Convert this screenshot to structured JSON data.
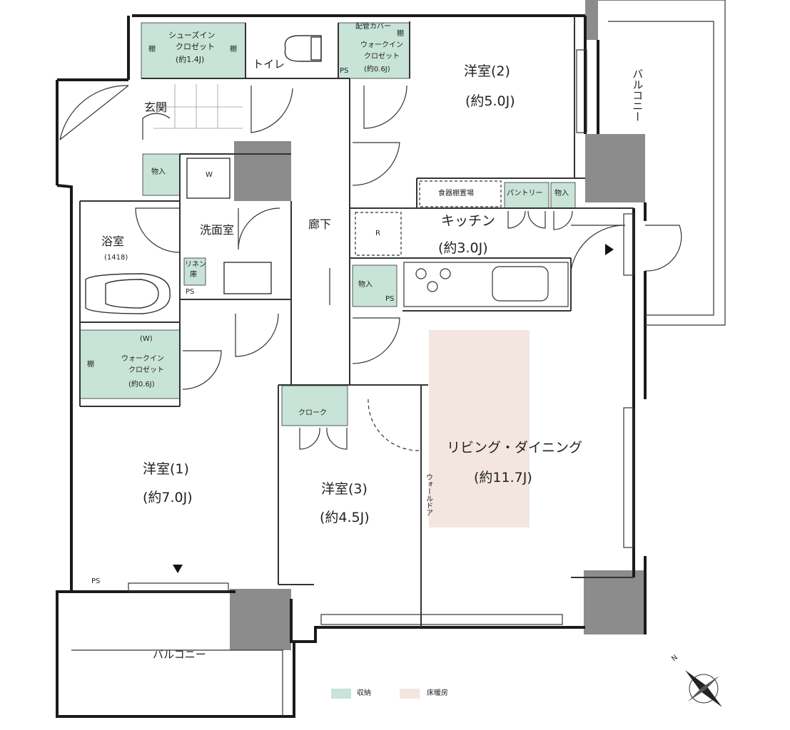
{
  "rooms": {
    "western2": {
      "name": "洋室(2)",
      "size": "(約5.0J)"
    },
    "western1": {
      "name": "洋室(1)",
      "size": "(約7.0J)"
    },
    "western3": {
      "name": "洋室(3)",
      "size": "(約4.5J)"
    },
    "kitchen": {
      "name": "キッチン",
      "size": "(約3.0J)"
    },
    "living": {
      "name": "リビング・ダイニング",
      "size": "(約11.7J)"
    },
    "bath": {
      "name": "浴室",
      "size": "(1418)"
    },
    "washroom": {
      "name": "洗面室"
    },
    "hallway": {
      "name": "廊下"
    },
    "entrance": {
      "name": "玄関"
    },
    "toilet": {
      "name": "トイレ"
    }
  },
  "storage": {
    "shoes_in": {
      "name": "シューズイン",
      "name2": "クロゼット",
      "size": "(約1.4J)",
      "shelf": "棚"
    },
    "wic_upper": {
      "line1": "配管カバー",
      "shelf": "棚",
      "name": "ウォークイン",
      "name2": "クロゼット",
      "size": "(約0.6J)"
    },
    "wic_lower": {
      "mark": "(W)",
      "name": "ウォークイン",
      "name2": "クロゼット",
      "size": "(約0.6J)",
      "shelf": "棚"
    },
    "cloak": "クローク",
    "linen_line1": "リネン",
    "linen_line2": "庫",
    "monoire": "物入",
    "pantry": "パントリー",
    "dish_shelf": "食器棚置場"
  },
  "fixtures": {
    "washer": "W",
    "fridge": "R",
    "ps": "PS",
    "wall_door": "ウォールドア"
  },
  "balconies": {
    "east": "バルコニー",
    "south": "バルコニー"
  },
  "legend": [
    {
      "label": "収納",
      "color": "#c8e3d7"
    },
    {
      "label": "床暖房",
      "color": "#f3e6e1"
    }
  ],
  "compass": {
    "label": "N"
  },
  "colors": {
    "storage": "#c8e3d7",
    "floor_heating": "#f3e6e1",
    "column": "#8c8c8c",
    "wall": "#1a1a1a"
  }
}
